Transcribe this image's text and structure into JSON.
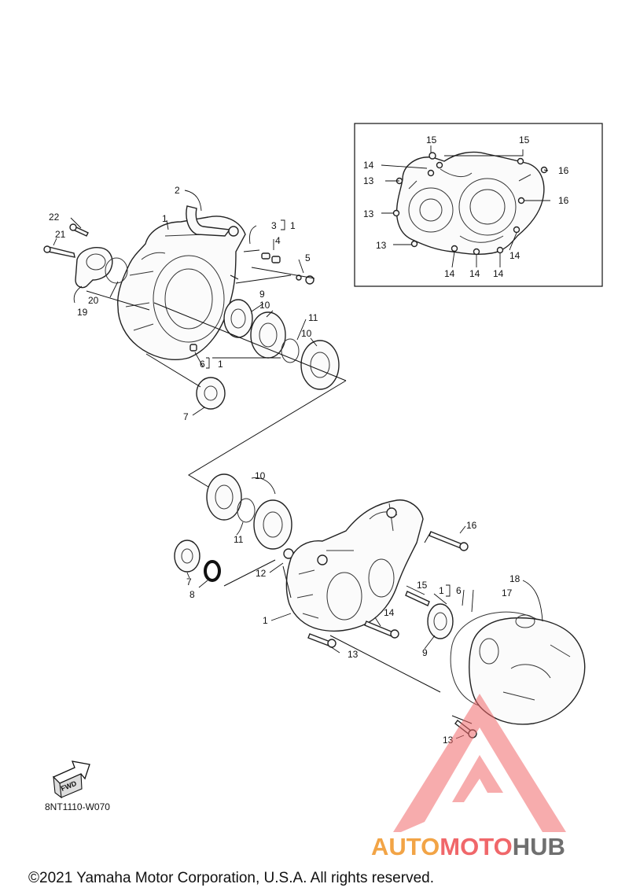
{
  "diagram_code": "8NT1110-W070",
  "copyright": "©2021 Yamaha Motor Corporation, U.S.A. All rights reserved.",
  "fwd_label": "FWD",
  "watermark": {
    "part1": "AUTO",
    "part2": "MOTO",
    "part3": "HUB"
  },
  "colors": {
    "line": "#222222",
    "watermark_orange": "#f2a446",
    "watermark_red": "#f0676a",
    "watermark_gray": "#6f6f6f"
  },
  "labels": {
    "upper_22": "22",
    "upper_21": "21",
    "upper_20": "20",
    "upper_19": "19",
    "upper_2": "2",
    "upper_1": "1",
    "upper_3": "3",
    "upper_3_ref": "1",
    "upper_4": "4",
    "upper_5": "5",
    "upper_9": "9",
    "upper_10a": "10",
    "upper_11": "11",
    "upper_10b": "10",
    "upper_6": "6",
    "upper_6_ref": "1",
    "upper_7": "7",
    "inset_15a": "15",
    "inset_15b": "15",
    "inset_14a": "14",
    "inset_16a": "16",
    "inset_13a": "13",
    "inset_16b": "16",
    "inset_13b": "13",
    "inset_13c": "13",
    "inset_14b": "14",
    "inset_14c": "14",
    "inset_14d": "14",
    "inset_14e": "14",
    "lower_10": "10",
    "lower_11": "11",
    "lower_7": "7",
    "lower_8": "8",
    "lower_12": "12",
    "lower_16": "16",
    "lower_15": "15",
    "lower_1a": "1",
    "lower_6": "6",
    "lower_17": "17",
    "lower_18": "18",
    "lower_14": "14",
    "lower_1b": "1",
    "lower_13a": "13",
    "lower_9": "9",
    "lower_13b": "13"
  }
}
